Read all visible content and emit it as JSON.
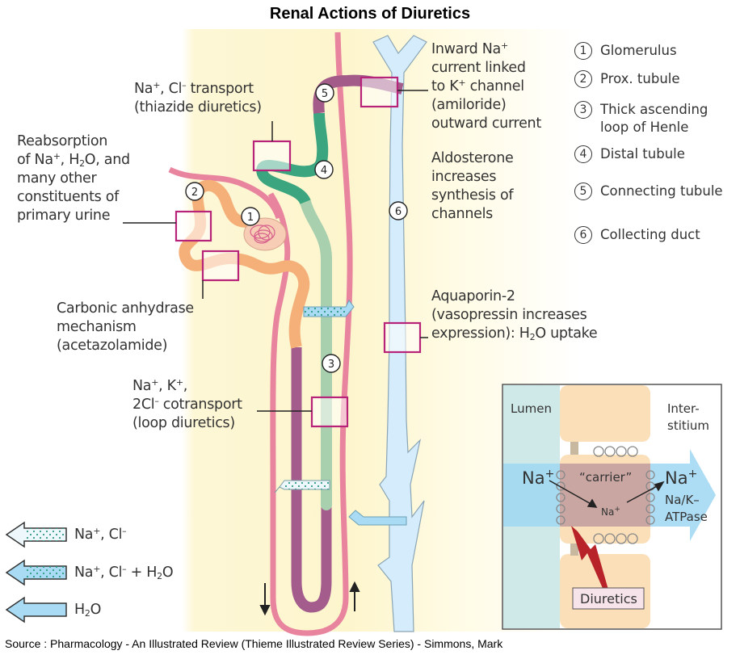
{
  "title": "Renal Actions of Diuretics",
  "labels": {
    "thiazide": {
      "line1_a": "Na",
      "line1_sup1": "+",
      "line1_b": ", Cl",
      "line1_sup2": "–",
      "line1_c": " transport",
      "line2": "(thiazide diuretics)"
    },
    "proximal": {
      "line1": "Reabsorption",
      "line2_a": "of Na",
      "line2_sup": "+",
      "line2_b": ", H",
      "line2_sub": "2",
      "line2_c": "O, and",
      "line3": "many other",
      "line4": "constituents of",
      "line5": "primary urine"
    },
    "carbonic": {
      "line1": "Carbonic anhydrase",
      "line2": "mechanism",
      "line3": "(acetazolamide)"
    },
    "loop": {
      "line1_a": "Na",
      "line1_sup1": "+",
      "line1_b": ", K",
      "line1_sup2": "+",
      "line1_c": ",",
      "line2_a": "2Cl",
      "line2_sup": "–",
      "line2_b": " cotransport",
      "line3": "(loop diuretics)"
    },
    "amiloride": {
      "line1_a": "Inward Na",
      "line1_sup": "+",
      "line2": "current linked",
      "line3_a": "to K",
      "line3_sup": "+",
      "line3_b": " channel",
      "line4": "(amiloride)",
      "line5": "outward current"
    },
    "aldosterone": {
      "line1": "Aldosterone",
      "line2": "increases",
      "line3": "synthesis of",
      "line4": "channels"
    },
    "aquaporin": {
      "line1": "Aquaporin-2",
      "line2": "(vasopressin increases",
      "line3_a": "expression): H",
      "line3_sub": "2",
      "line3_b": "O uptake"
    }
  },
  "segment_markers": [
    "1",
    "2",
    "3",
    "4",
    "5",
    "6"
  ],
  "key": [
    {
      "num": "1",
      "label": "Glomerulus"
    },
    {
      "num": "2",
      "label": "Prox. tubule"
    },
    {
      "num": "3",
      "label": "Thick ascending",
      "label2": "loop of Henle"
    },
    {
      "num": "4",
      "label": "Distal tubule"
    },
    {
      "num": "5",
      "label": "Connecting tubule"
    },
    {
      "num": "6",
      "label": "Collecting duct"
    }
  ],
  "legend": [
    {
      "type": "Na+, Cl-",
      "a": "Na",
      "sup1": "+",
      "b": ", Cl",
      "sup2": "–",
      "c": ""
    },
    {
      "type": "Na+, Cl- + H2O",
      "a": "Na",
      "sup1": "+",
      "b": ", Cl",
      "sup2": "–",
      "c": " + H",
      "sub": "2",
      "d": "O"
    },
    {
      "type": "H2O",
      "a": "H",
      "sub": "2",
      "b": "O"
    }
  ],
  "inset": {
    "lumen": "Lumen",
    "interstitium_1": "Inter-",
    "interstitium_2": "stitium",
    "na_left": "Na",
    "na_right": "Na",
    "plus": "+",
    "carrier": "“carrier”",
    "na_center": "Na",
    "pump_1": "Na/K–",
    "pump_2": "ATPase",
    "diuretics": "Diuretics"
  },
  "colors": {
    "box_outline": "#b8237a",
    "blood_vessel": "#e8849e",
    "prox_tubule": "#f5b07a",
    "thick_ascending": "#a8cfae",
    "distal": "#3aa57e",
    "connecting": "#a35c8a",
    "collecting_duct": "#cde8f8",
    "descending_loop": "#a45c8c"
  },
  "source": "Source : Pharmacology - An Illustrated Review (Thieme Illustrated Review Series) - Simmons, Mark"
}
